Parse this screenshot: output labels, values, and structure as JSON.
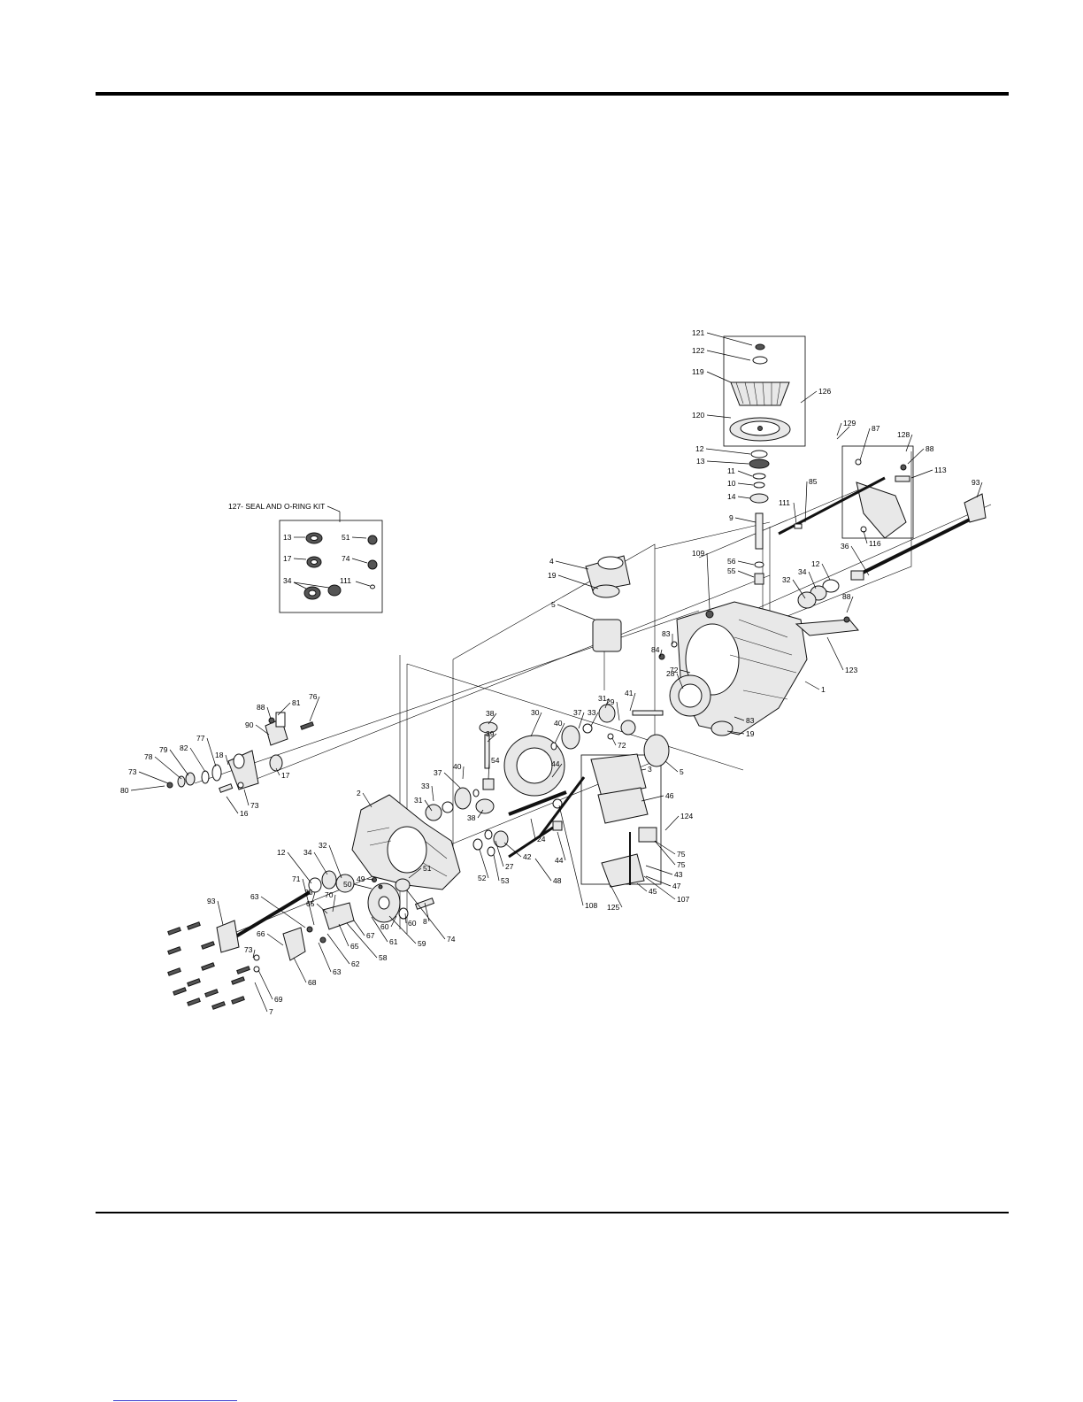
{
  "kit": {
    "title": "127- SEAL AND O-RING KIT",
    "items": [
      "13",
      "51",
      "17",
      "74",
      "34",
      "111"
    ]
  },
  "callouts": [
    "121",
    "122",
    "119",
    "126",
    "120",
    "12",
    "13",
    "11",
    "10",
    "14",
    "9",
    "56",
    "55",
    "129",
    "87",
    "128",
    "88",
    "113",
    "85",
    "111",
    "93",
    "116",
    "36",
    "12",
    "34",
    "32",
    "4",
    "19",
    "5",
    "109",
    "83",
    "84",
    "88",
    "123",
    "28",
    "72",
    "1",
    "83",
    "19",
    "41",
    "29",
    "72",
    "31",
    "33",
    "37",
    "30",
    "38",
    "39",
    "40",
    "54",
    "40",
    "37",
    "38",
    "44",
    "3",
    "5",
    "46",
    "124",
    "75",
    "75",
    "43",
    "47",
    "107",
    "45",
    "125",
    "108",
    "44",
    "24",
    "42",
    "27",
    "48",
    "52",
    "53",
    "33",
    "31",
    "2",
    "76",
    "81",
    "88",
    "90",
    "18",
    "77",
    "82",
    "79",
    "78",
    "73",
    "80",
    "17",
    "73",
    "16",
    "12",
    "34",
    "32",
    "35",
    "71",
    "93",
    "63",
    "70",
    "65",
    "65",
    "50",
    "49",
    "51",
    "74",
    "8",
    "60",
    "60",
    "61",
    "59",
    "67",
    "58",
    "62",
    "63",
    "68",
    "66",
    "73",
    "69",
    "7"
  ]
}
